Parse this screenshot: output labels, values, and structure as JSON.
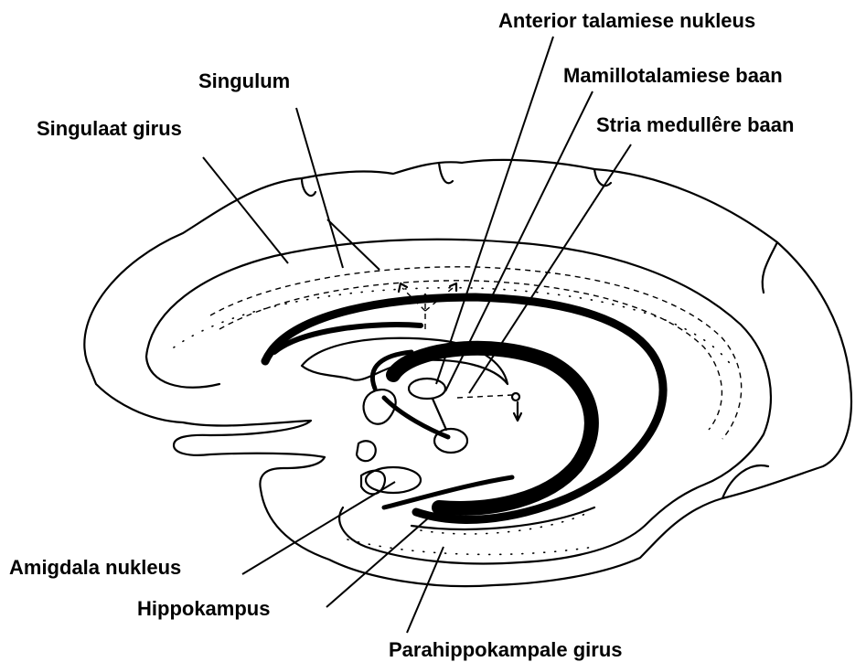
{
  "labels": {
    "anterior": "Anterior talamiese nukleus",
    "singulum": "Singulum",
    "mamillo": "Mamillotalamiese baan",
    "singulaat": "Singulaat girus",
    "stria": "Stria medullêre baan",
    "amigdala": "Amigdala nukleus",
    "hippokampus": "Hippokampus",
    "parahippo": "Parahippokampale girus"
  },
  "colors": {
    "ink": "#000000",
    "paper": "#ffffff"
  }
}
